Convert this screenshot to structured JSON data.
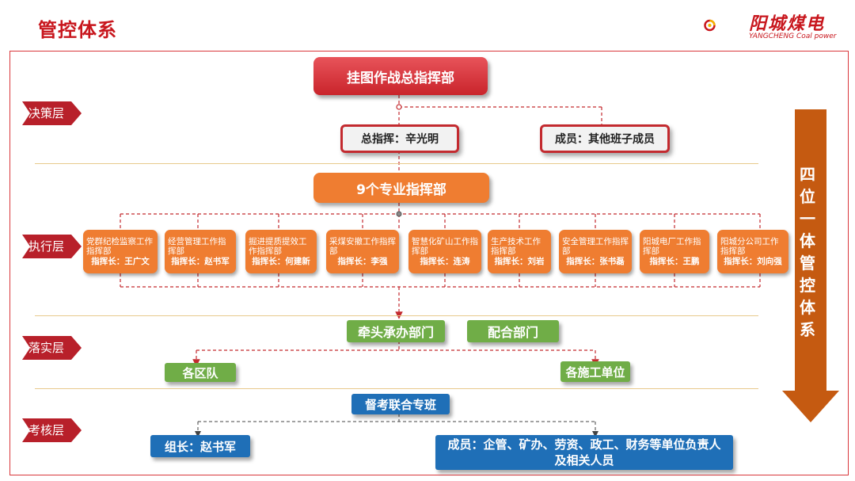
{
  "page": {
    "title": "管控体系"
  },
  "logo": {
    "name": "阳城煤电",
    "sub": "YANGCHENG Coal power"
  },
  "layers": [
    "决策层",
    "执行层",
    "落实层",
    "考核层"
  ],
  "side_label": [
    "四",
    "位",
    "一",
    "体",
    "管",
    "控",
    "体",
    "系"
  ],
  "decision": {
    "hq": "挂图作战总指挥部",
    "commander": "总指挥：辛光明",
    "members": "成员：其他班子成员"
  },
  "execution": {
    "nine": "9个专业指挥部",
    "units": [
      {
        "name": "党群纪检监察工作指挥部",
        "head": "指挥长：王广文"
      },
      {
        "name": "经营管理工作指挥部",
        "head": "指挥长：赵书军"
      },
      {
        "name": "掘进提质提效工作指挥部",
        "head": "指挥长：何建新"
      },
      {
        "name": "采煤安撤工作指挥部",
        "head": "指挥长：李强"
      },
      {
        "name": "智慧化矿山工作指挥部",
        "head": "指挥长：连涛"
      },
      {
        "name": "生产技术工作指挥部",
        "head": "指挥长：刘岩"
      },
      {
        "name": "安全管理工作指挥部",
        "head": "指挥长：张书磊"
      },
      {
        "name": "阳城电厂工作指挥部",
        "head": "指挥长：王鹏"
      },
      {
        "name": "阳城分公司工作指挥部",
        "head": "指挥长：刘向强"
      }
    ]
  },
  "implementation": {
    "lead": "牵头承办部门",
    "cooperate": "配合部门",
    "districts": "各区队",
    "construction": "各施工单位"
  },
  "assessment": {
    "team": "督考联合专班",
    "leader": "组长：赵书军",
    "members_line1": "成员：企管、矿办、劳资、政工、财务等单位负责人",
    "members_line2": "及相关人员"
  },
  "colors": {
    "red": "#c8161d",
    "orange": "#ef7d31",
    "green": "#70ad47",
    "blue": "#1f6fb7",
    "arrow": "#c55a11"
  }
}
